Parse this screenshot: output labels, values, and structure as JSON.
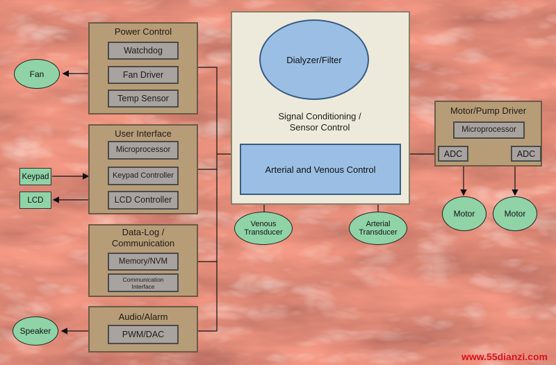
{
  "blocks": {
    "power_control": {
      "title": "Power Control",
      "items": [
        "Watchdog",
        "Fan Driver",
        "Temp Sensor"
      ]
    },
    "user_interface": {
      "title": "User Interface",
      "items": [
        "Microprocessor",
        "Keypad Controller",
        "LCD Controller"
      ]
    },
    "data_log": {
      "title": "Data-Log /\nCommunication",
      "items": [
        "Memory/NVM",
        "Communication\nInterface"
      ]
    },
    "audio_alarm": {
      "title": "Audio/Alarm",
      "items": [
        "PWM/DAC"
      ]
    },
    "motor_pump": {
      "title": "Motor/Pump Driver",
      "items": [
        "Microprocessor"
      ],
      "adc_left": "ADC",
      "adc_right": "ADC"
    }
  },
  "center": {
    "dialyzer": "Dialyzer/Filter",
    "signal": "Signal Conditioning /\nSensor Control",
    "arterial_venous": "Arterial and Venous Control"
  },
  "peripherals": {
    "fan": "Fan",
    "keypad": "Keypad",
    "lcd": "LCD",
    "speaker": "Speaker",
    "venous": "Venous\nTransducer",
    "arterial": "Arterial\nTransducer",
    "motor1": "Motor",
    "motor2": "Motor"
  },
  "watermark": "www.55dianzi.com",
  "colors": {
    "block": "#b79c78",
    "sub": "#a9a3a0",
    "green": "#8fd3a7",
    "blue": "#9bbfe4",
    "cream": "#eeeadb"
  }
}
